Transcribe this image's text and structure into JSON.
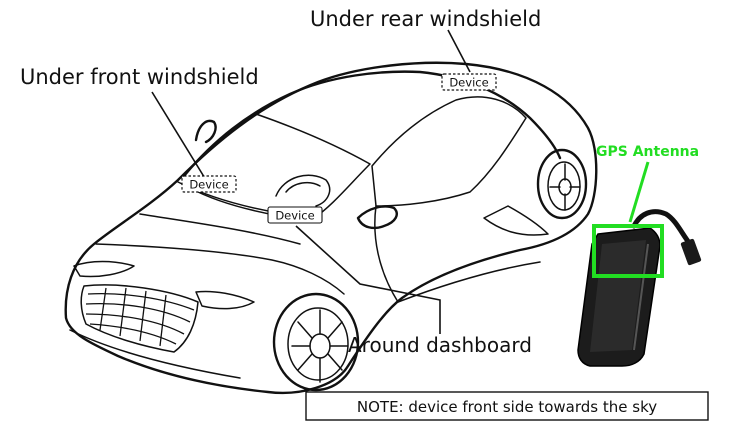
{
  "labels": {
    "rear_windshield": "Under rear windshield",
    "front_windshield": "Under front windshield",
    "dashboard": "Around dashboard",
    "gps_antenna": "GPS Antenna",
    "note": "NOTE: device front side towards the sky"
  },
  "device_tags": {
    "rear": "Device",
    "front": "Device",
    "dashboard": "Device"
  },
  "colors": {
    "line": "#111111",
    "highlight": "#22dd22",
    "background": "#ffffff"
  }
}
